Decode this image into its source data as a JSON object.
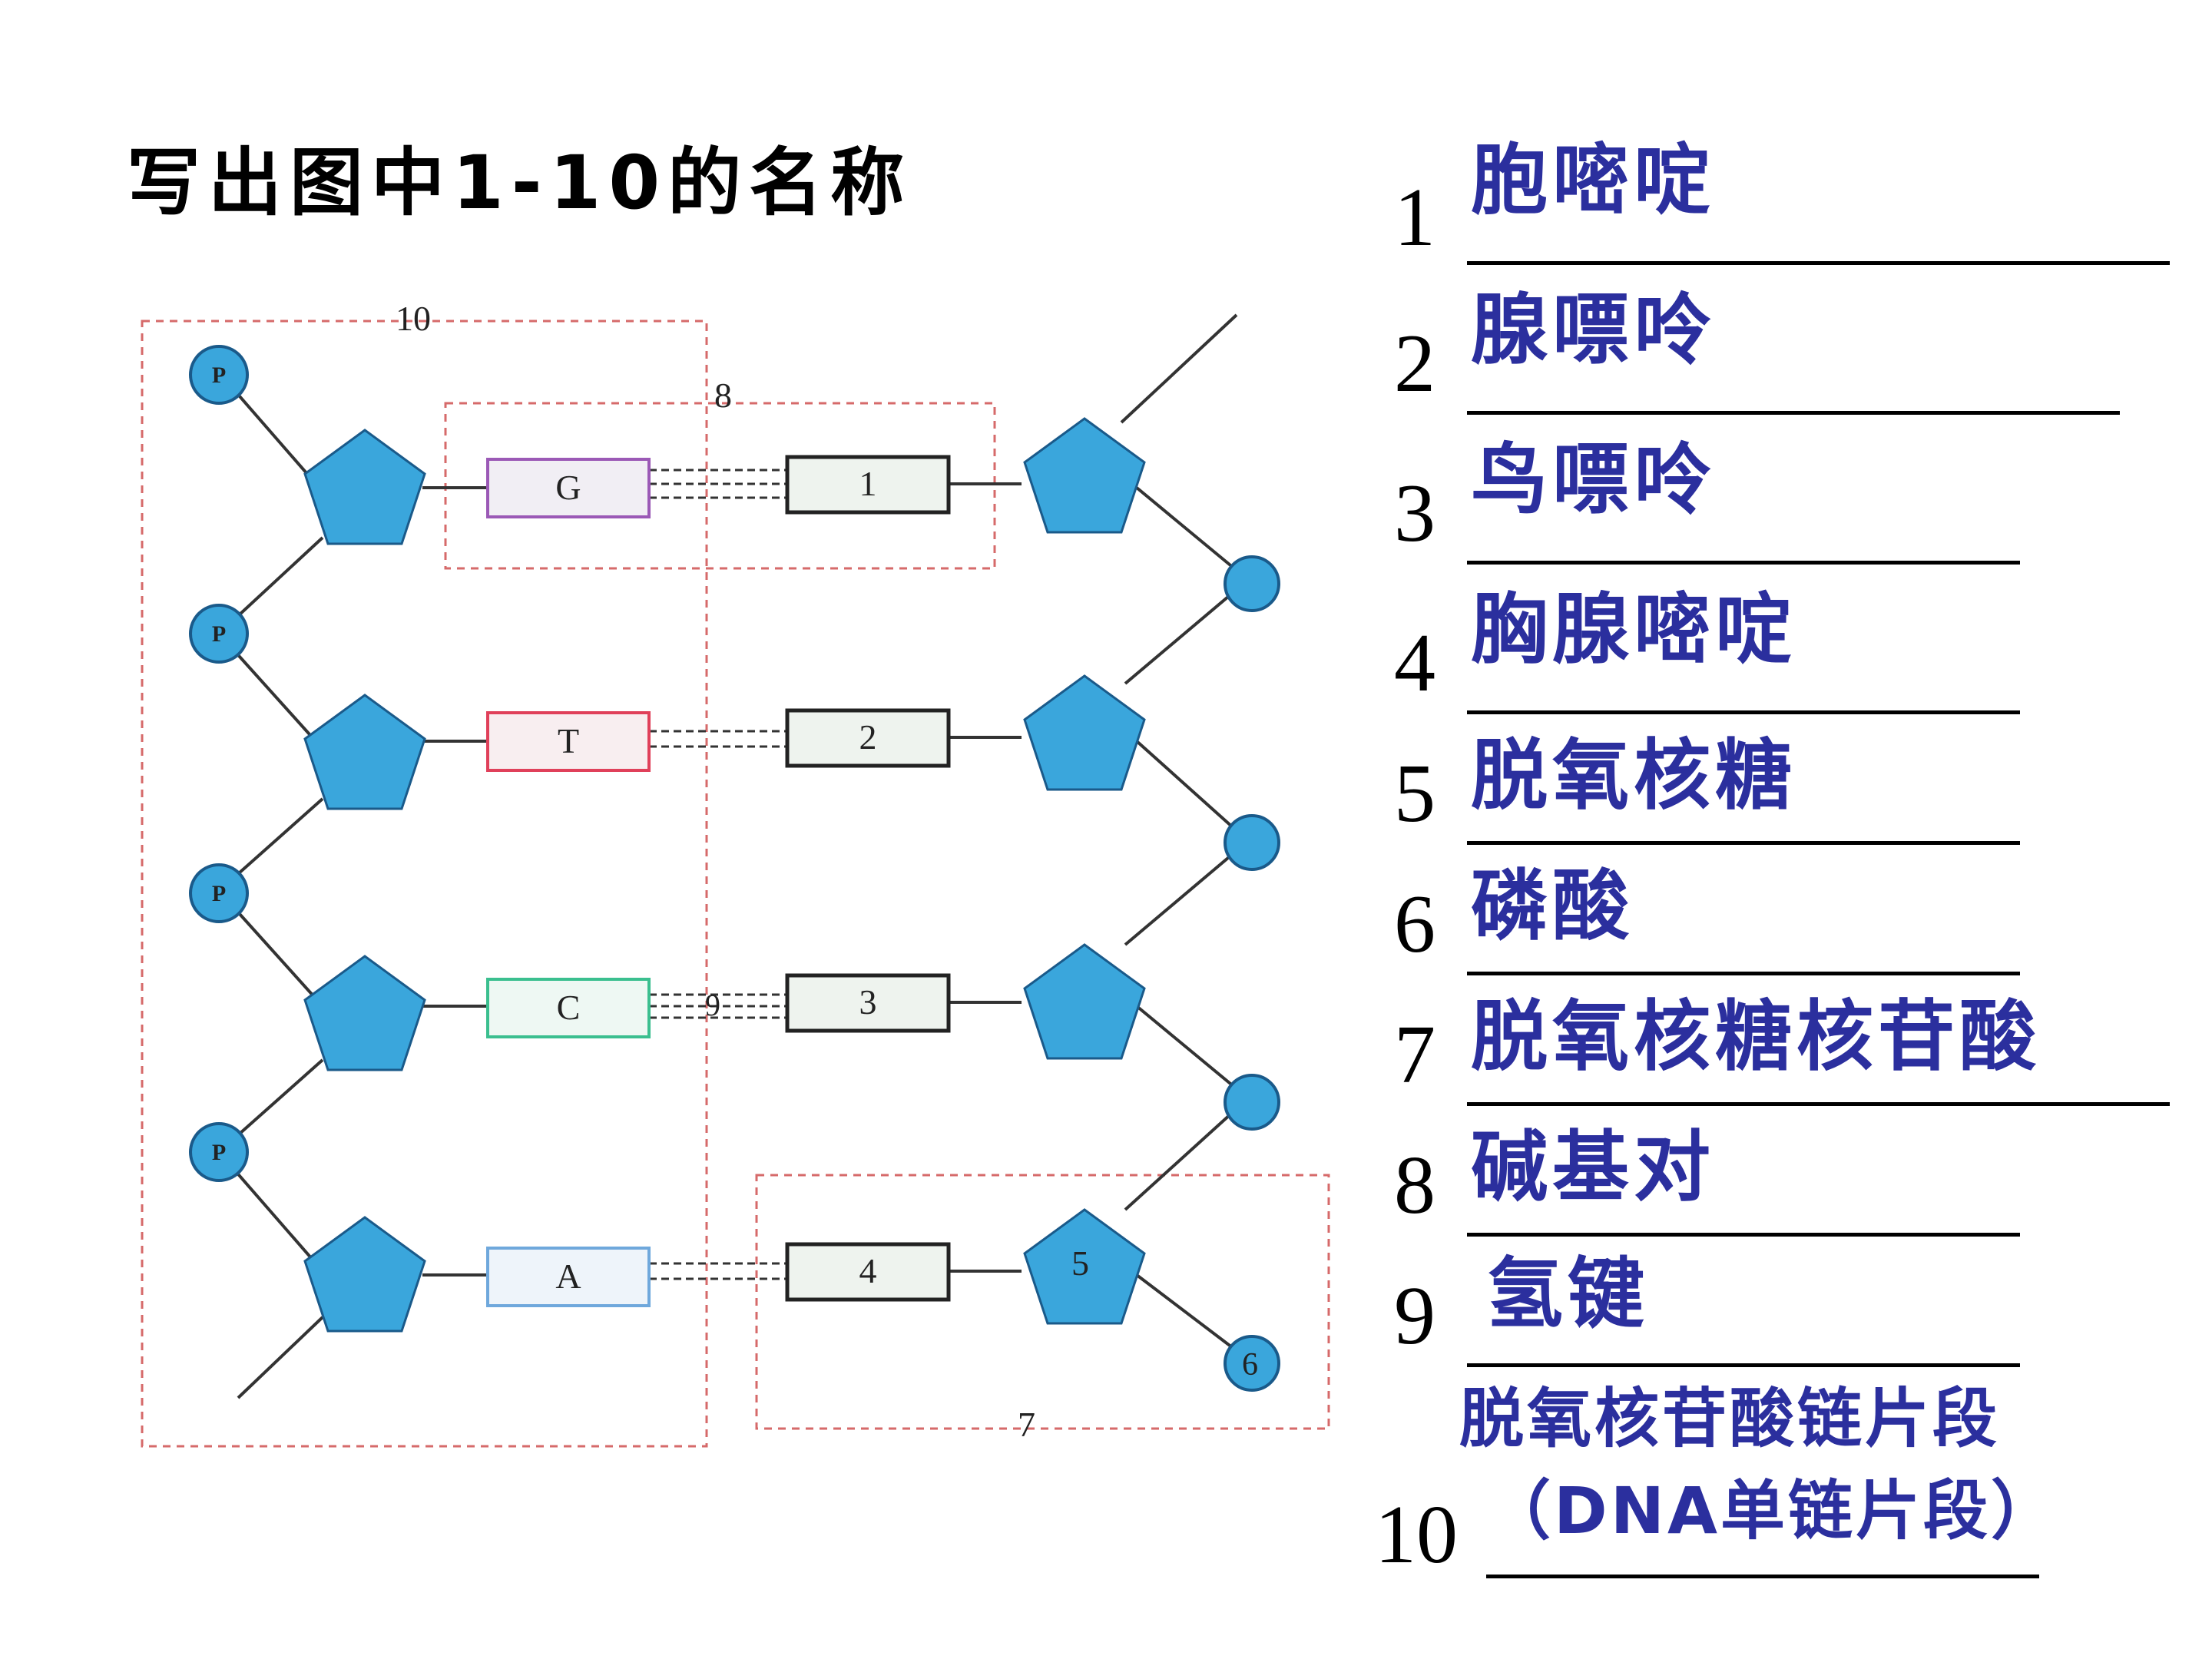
{
  "title": "写出图中1-10的名称",
  "diagram": {
    "left_bases": [
      "G",
      "T",
      "C",
      "A"
    ],
    "right_boxes": [
      "1",
      "2",
      "3",
      "4"
    ],
    "phosphate_label": "P",
    "region_labels": {
      "strand": "10",
      "pair": "8",
      "nucleotide": "7",
      "bond": "9",
      "sugar": "5",
      "phosphate": "6"
    },
    "colors": {
      "shape_fill": "#3aa6dc",
      "shape_stroke": "#1a5a8a",
      "dashed_border": "#d66a6a",
      "G_border": "#9b59b6",
      "T_border": "#e0405a",
      "C_border": "#3bbf8f",
      "A_border": "#6fa8dc"
    }
  },
  "answers": [
    {
      "num": "1",
      "text": "胞嘧啶"
    },
    {
      "num": "2",
      "text": "腺嘌呤"
    },
    {
      "num": "3",
      "text": "鸟嘌呤"
    },
    {
      "num": "4",
      "text": "胸腺嘧啶"
    },
    {
      "num": "5",
      "text": "脱氧核糖"
    },
    {
      "num": "6",
      "text": "磷酸"
    },
    {
      "num": "7",
      "text": "脱氧核糖核苷酸"
    },
    {
      "num": "8",
      "text": "碱基对"
    },
    {
      "num": "9",
      "text": "氢键"
    },
    {
      "num": "10",
      "text_line1": "脱氧核苷酸链片段",
      "text_line2": "（DNA单链片段）"
    }
  ],
  "answer_color": "#2b2f9e"
}
